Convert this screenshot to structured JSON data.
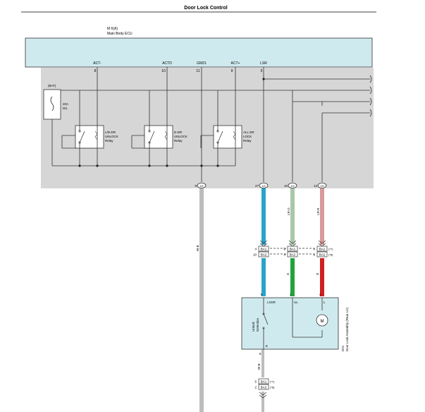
{
  "title": "Door Lock Control",
  "ecu": {
    "code": "M 6(A)",
    "name": "Main Body ECU",
    "pins": [
      {
        "label": "ACT-",
        "num": "8"
      },
      {
        "label": "ACTD",
        "num": "10"
      },
      {
        "label": "GND1",
        "num": "11"
      },
      {
        "label": "ACT+",
        "num": "9"
      },
      {
        "label": "LSR",
        "num": "5"
      }
    ]
  },
  "fuse": {
    "tag": "(BAT)",
    "rating": "20A",
    "name": "D/L"
  },
  "relays": [
    {
      "l1": "L/D-DR",
      "l2": "UNLOCK",
      "l3": "Relay"
    },
    {
      "l1": "D-DR",
      "l2": "UNLOCK",
      "l3": "Relay"
    },
    {
      "l1": "ALL DR",
      "l2": "LOCK",
      "l3": "Relay"
    }
  ],
  "connectors": [
    {
      "num": "9",
      "id": "1D"
    },
    {
      "num": "27",
      "id": "1H"
    },
    {
      "num": "10",
      "id": "1H"
    },
    {
      "num": "12",
      "id": "1H"
    }
  ],
  "wire_colors": {
    "gnd": "W-B",
    "lg": "LR-G",
    "lr": "LR-R",
    "g": "G",
    "r": "R",
    "wb": "W-B"
  },
  "ba_blocks": {
    "left_pins": [
      "4",
      "10"
    ],
    "left_ids": [
      "BA1",
      "BA2"
    ],
    "right_pins": [
      "9",
      "8"
    ],
    "right_ids": [
      "BA1",
      "BA2"
    ],
    "right_notes": [
      "(*7)",
      "(*8)"
    ],
    "bottom_pins": [
      "5",
      "2"
    ],
    "bottom_ids": [
      "BA1",
      "BA2"
    ],
    "bottom_notes": [
      "(*7)",
      "(*8)"
    ]
  },
  "assembly": {
    "pin_nums": [
      "6",
      "1",
      "4"
    ],
    "pin_labels": [
      "LSSR",
      "UL",
      "L"
    ],
    "switch_label_1": "Unlock",
    "switch_label_2": "Detection",
    "motor": "M",
    "bottom_label": "E",
    "bottom_num": "8",
    "code": "D21",
    "name": "Door Lock Assembly (Rear LH)"
  },
  "colors": {
    "ecu_fill": "#cfeaee",
    "assembly_fill": "#cfeaee",
    "ecu_area": "#d6d6d6",
    "wire_blue": "#2aa3c7",
    "wire_green": "#22a33a",
    "wire_red": "#d01f1f",
    "wire_gray": "#bdbdbd",
    "wire_lr_red": "#d89a9a",
    "wire_lr_green": "#a8c8a8"
  }
}
